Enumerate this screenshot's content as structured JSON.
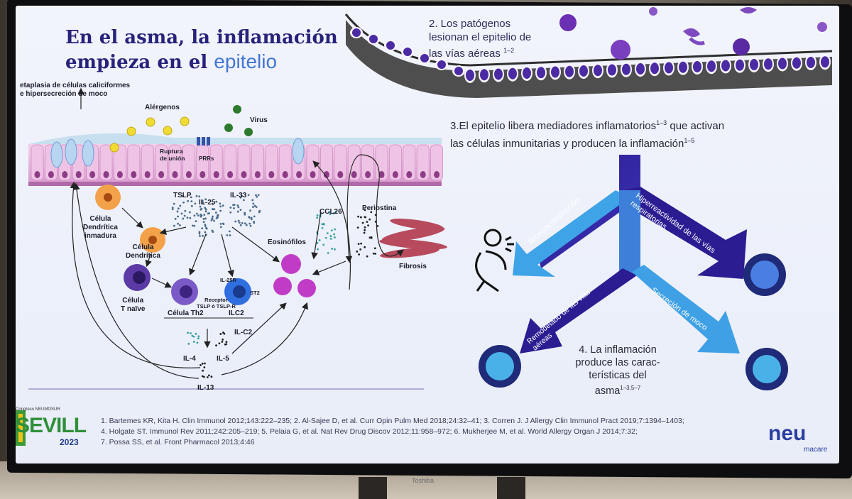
{
  "slide": {
    "title_line1": "En el asma, la inflamación",
    "title_line2": "empieza en el",
    "title_highlight": "epitelio",
    "point2_line1": "2. Los patógenos",
    "point2_line2": "lesionan el epitelio de",
    "point2_line3": "las vías aéreas",
    "point2_sup": "1–2",
    "point3_line1": "3.El epitelio libera mediadores inflamatorios",
    "point3_sup1": "1–3",
    "point3_line1b": " que activan",
    "point3_line2": "las células inmunitarias y producen la inflamación",
    "point3_sup2": "1–5",
    "point4_line1": "4. La inflamación",
    "point4_line2": "produce las carac-",
    "point4_line3": "terísticas del",
    "point4_line4": "asma",
    "point4_sup": "1–3,5–7",
    "arrow_labels": {
      "top_left": "Broncoconstricción",
      "top_right": "Hiperreactividad de las vías respiratorias",
      "bottom_left": "Remodelado de las vías aéreas",
      "bottom_right": "Secreción de moco"
    }
  },
  "diagram": {
    "label_metaplasia_1": "etaplasia de células caliciformes",
    "label_metaplasia_2": "e hipersecreción de moco",
    "alergenos": "Alérgenos",
    "virus": "Virus",
    "ruptura_1": "Ruptura",
    "ruptura_2": "de unión",
    "prrs": "PRRs",
    "tslp": "TSLP",
    "il25": "IL-25",
    "il33": "IL-33",
    "ccl26": "CCL26",
    "periostina": "Periostina",
    "fibrosis": "Fibrosis",
    "eosinofilos": "Eosinófilos",
    "cel_dend_inm_1": "Célula",
    "cel_dend_inm_2": "Dendrítica",
    "cel_dend_inm_3": "inmadura",
    "cel_dend_1": "Célula",
    "cel_dend_2": "Dendrítica",
    "cel_naive_1": "Célula",
    "cel_naive_2": "T naïve",
    "il25r": "IL-25R",
    "st2": "ST2",
    "receptor_1": "Receptor",
    "receptor_2": "TSLP ó TSLP-R",
    "th2": "Célula Th2",
    "ilc2": "ILC2",
    "il4": "IL-4",
    "il5": "IL-5",
    "ilc2_out": "IL-C2",
    "il13": "IL-13"
  },
  "references": {
    "line1": "1. Bartemes KR, Kita H. Clin Immunol 2012;143:222–235; 2. Al-Sajee D, et al. Curr Opin Pulm Med 2018;24:32–41; 3. Corren J. J Allergy Clin Immunol Pract 2019;7:1394–1403;",
    "line2": "4. Holgate ST. Immunol Rev 2011;242:205–219; 5. Pelaia G, et al. Nat Rev Drug Discov 2012;11:958–972; 6. Mukherjee M, et al. World Allergy Organ J 2014;7:32;",
    "line3": "7. Possa SS, et al. Front Pharmacol 2013;4:46"
  },
  "logos": {
    "sevilla_top": "Congreso NEUMOSUR",
    "sevilla_text": "SEVILL",
    "sevilla_year": "2023",
    "neu": "neu",
    "macare": "macare"
  },
  "tv_brand": "Toshiba",
  "colors": {
    "title": "#27237a",
    "accent": "#4276d4",
    "arrow_dark": "#2a1f8f",
    "arrow_light": "#3fa3e8",
    "epithelium": "#e7b7dd",
    "cell_purple": "#6a23b7"
  }
}
